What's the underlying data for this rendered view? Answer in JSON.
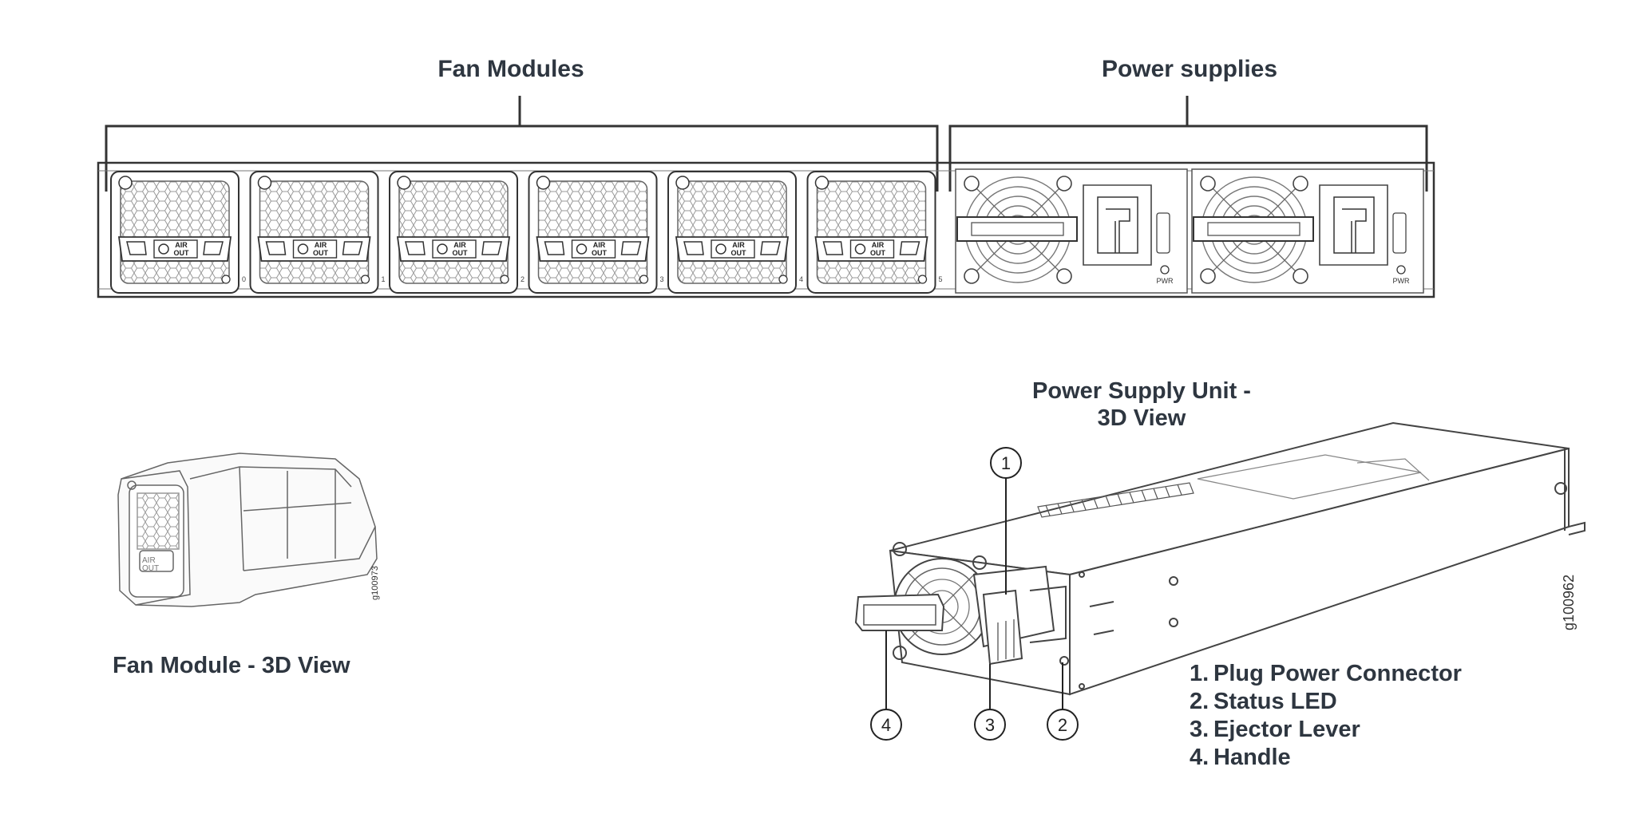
{
  "titles": {
    "fan_modules": "Fan Modules",
    "power_supplies": "Power supplies",
    "fan_module_3d": "Fan Module - 3D View",
    "psu_3d_line1": "Power Supply Unit -",
    "psu_3d_line2": "3D View"
  },
  "fan_modules": [
    {
      "slot": "0",
      "air_label_1": "AIR",
      "air_label_2": "OUT"
    },
    {
      "slot": "1",
      "air_label_1": "AIR",
      "air_label_2": "OUT"
    },
    {
      "slot": "2",
      "air_label_1": "AIR",
      "air_label_2": "OUT"
    },
    {
      "slot": "3",
      "air_label_1": "AIR",
      "air_label_2": "OUT"
    },
    {
      "slot": "4",
      "air_label_1": "AIR",
      "air_label_2": "OUT"
    },
    {
      "slot": "5",
      "air_label_1": "AIR",
      "air_label_2": "OUT"
    }
  ],
  "power_supplies": [
    {
      "led_label": "PWR"
    },
    {
      "led_label": "PWR"
    }
  ],
  "callouts": [
    "1",
    "2",
    "3",
    "4"
  ],
  "legend": [
    {
      "num": "1.",
      "text": "Plug Power Connector"
    },
    {
      "num": "2.",
      "text": "Status LED"
    },
    {
      "num": "3.",
      "text": "Ejector Lever"
    },
    {
      "num": "4.",
      "text": "Handle"
    }
  ],
  "catalog_ids": {
    "fan_3d": "g100973",
    "psu_3d": "g100962"
  },
  "colors": {
    "line": "#333333",
    "text": "#2e3640"
  }
}
